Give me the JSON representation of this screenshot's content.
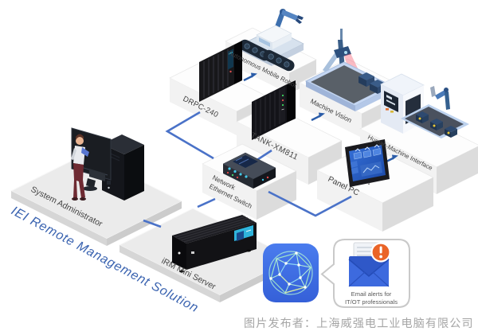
{
  "diagram": {
    "solution_label": "IEI Remote Management Solution",
    "caption": "图片发布者：上海威强电工业电脑有限公司"
  },
  "platforms": {
    "system_administrator": {
      "label": "System Administrator"
    },
    "irm_mini_server": {
      "label": "iRM Mini Server"
    },
    "drpc_240": {
      "label": "DRPC-240"
    },
    "autonomous_mobile_robot": {
      "label": "Autonomous Mobile Robot"
    },
    "tank_xm811": {
      "label": "TANK-XM811"
    },
    "machine_vision": {
      "label": "Machine Vision"
    },
    "human_machine_interface": {
      "label": "Human-Machine Interface"
    },
    "ethernet_switch": {
      "label_line1": "Network",
      "label_line2": "Ethernet Switch"
    },
    "panel_pc": {
      "label": "Panel PC"
    }
  },
  "callout": {
    "line1": "Email alerts for",
    "line2": "IT/OT professionals"
  },
  "icons": {
    "app": "network-sphere-icon",
    "alert": "email-alert-icon"
  },
  "colors": {
    "connector": "#4a72c8",
    "arrow": "#2a5ca8",
    "solution_text": "#3a63b0",
    "app_icon": "#3e6ce4",
    "alert_badge": "#ea6428",
    "caption": "#a6a6a6"
  }
}
